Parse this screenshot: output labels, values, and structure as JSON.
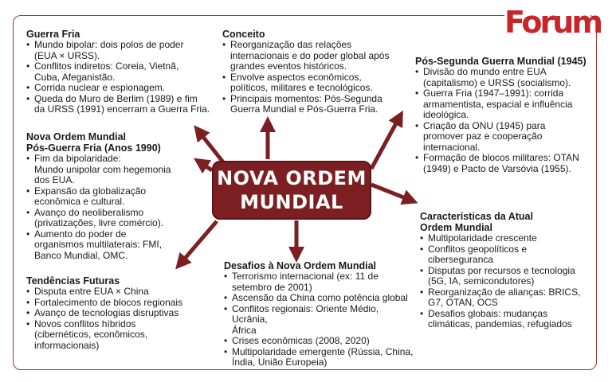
{
  "logo": "Forum",
  "center": {
    "title": "NOVA ORDEM\nMUNDIAL"
  },
  "colors": {
    "accent": "#7b1f22",
    "logo": "#c8252a",
    "border": "#a33636"
  },
  "sections": {
    "guerra_fria": {
      "title": "Guerra Fria",
      "items": [
        "Mundo bipolar: dois polos de poder\n(EUA × URSS).",
        "Conflitos indiretos: Coreia, Vietnã,\nCuba, Afeganistão.",
        "Corrida nuclear e espionagem.",
        "Queda do Muro de Berlim (1989) e fim\nda URSS (1991) encerram a Guerra Fria."
      ]
    },
    "conceito": {
      "title": "Conceito",
      "items": [
        "Reorganização das relações\ninternacionais e do poder global após\ngrandes eventos históricos.",
        "Envolve aspectos econômicos,\npolíticos, militares e tecnológicos.",
        "Principais momentos: Pós-Segunda\nGuerra Mundial e Pós-Guerra Fria."
      ]
    },
    "pos_segunda": {
      "title": "Pós-Segunda Guerra Mundial (1945)",
      "items": [
        "Divisão do mundo entre EUA\n(capitalismo) e URSS (socialismo).",
        "Guerra Fria (1947–1991): corrida\narmamentista, espacial e influência\nideológica.",
        "Criação da ONU (1945) para\npromover paz e cooperação\ninternacional.",
        "Formação de blocos militares: OTAN\n(1949) e Pacto de Varsóvia (1955)."
      ]
    },
    "nova_ordem": {
      "title": "Nova Ordem Mundial\nPós-Guerra Fria (Anos 1990)",
      "items": [
        "Fim da bipolaridade:\nMundo unipolar com hegemonia\ndos EUA.",
        "Expansão da globalização\neconômica e cultural.",
        "Avanço do neoliberalismo\n(privatizações, livre comércio).",
        "Aumento do poder de\norganismos multilaterais: FMI,\nBanco Mundial, OMC."
      ]
    },
    "caracteristicas": {
      "title": "Características da Atual\nOrdem Mundial",
      "items": [
        "Multipolaridade crescente",
        "Conflitos geopolíticos e\nciberseguranca",
        "Disputas por recursos e tecnologia\n(5G, IA, semicondutores)",
        "Reorganização de alianças: BRICS,\nG7, OTAN, OCS",
        "Desafios globais: mudanças\nclimáticas, pandemias, refugiados"
      ]
    },
    "desafios": {
      "title": "Desafios à Nova Ordem Mundial",
      "items": [
        "Terrorismo internacional (ex: 11 de\nsetembro de 2001)",
        "Ascensão da China como potência global",
        "Conflitos regionais: Oriente Médio, Ucrânia,\nÁfrica",
        "Crises econômicas (2008, 2020)",
        "Multipolaridade emergente (Rússia, China,\nÍndia, União Europeia)"
      ]
    },
    "tendencias": {
      "title": "Tendências Futuras",
      "items": [
        "Disputa entre EUA × China",
        "Fortalecimento de blocos regionais",
        "Avanço de tecnologias disruptivas",
        "Novos conflitos híbridos\n(cibernéticos, econômicos,\ninformacionais)"
      ]
    }
  }
}
